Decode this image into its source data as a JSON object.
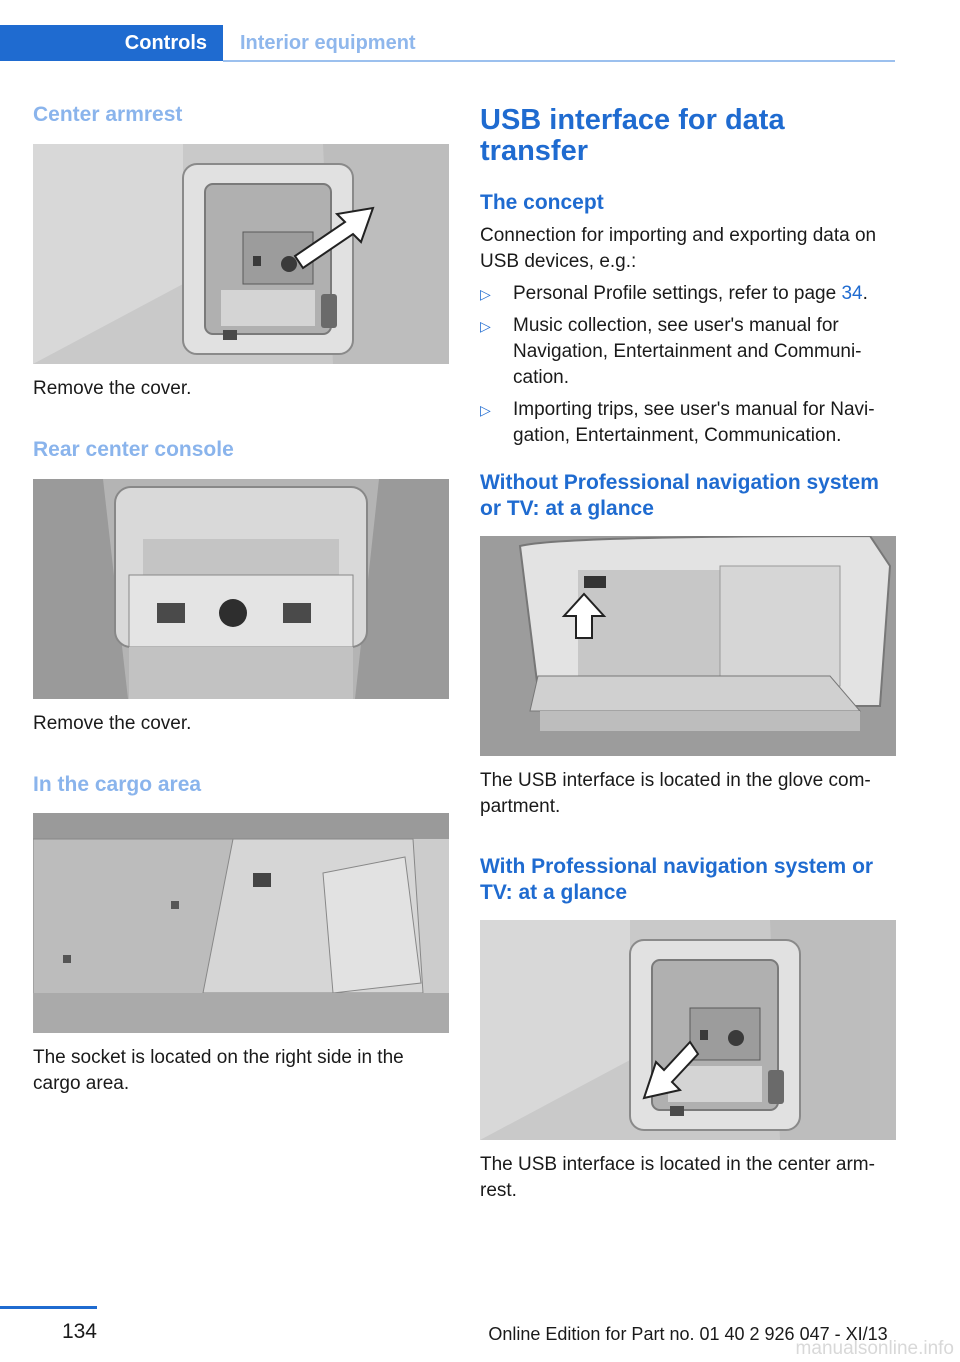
{
  "header": {
    "chapter": "Controls",
    "section": "Interior equipment"
  },
  "left": {
    "center_armrest": {
      "title": "Center armrest",
      "caption": "Remove the cover."
    },
    "rear_console": {
      "title": "Rear center console",
      "caption": "Remove the cover."
    },
    "cargo": {
      "title": "In the cargo area",
      "caption": "The socket is located on the right side in the cargo area."
    }
  },
  "right": {
    "title": "USB interface for data transfer",
    "concept": {
      "title": "The concept",
      "intro": "Connection for importing and exporting data on USB devices, e.g.:",
      "items": [
        {
          "text": "Personal Profile settings, refer to page ",
          "link": "34",
          "after": "."
        },
        {
          "text": "Music collection, see user's manual for Navigation, Entertainment and Communi‐cation."
        },
        {
          "text": "Importing trips, see user's manual for Navi‐gation, Entertainment, Communication."
        }
      ]
    },
    "without_nav": {
      "title": "Without Professional navigation system or TV: at a glance",
      "caption": "The USB interface is located in the glove com‐partment."
    },
    "with_nav": {
      "title": "With Professional navigation system or TV: at a glance",
      "caption": "The USB interface is located in the center arm‐rest."
    }
  },
  "footer": {
    "page": "134",
    "edition": "Online Edition for Part no. 01 40 2 926 047 - XI/13",
    "watermark": "manualsonline.info"
  },
  "colors": {
    "accent": "#1f6bd0",
    "subheading": "#8ab4ec"
  }
}
